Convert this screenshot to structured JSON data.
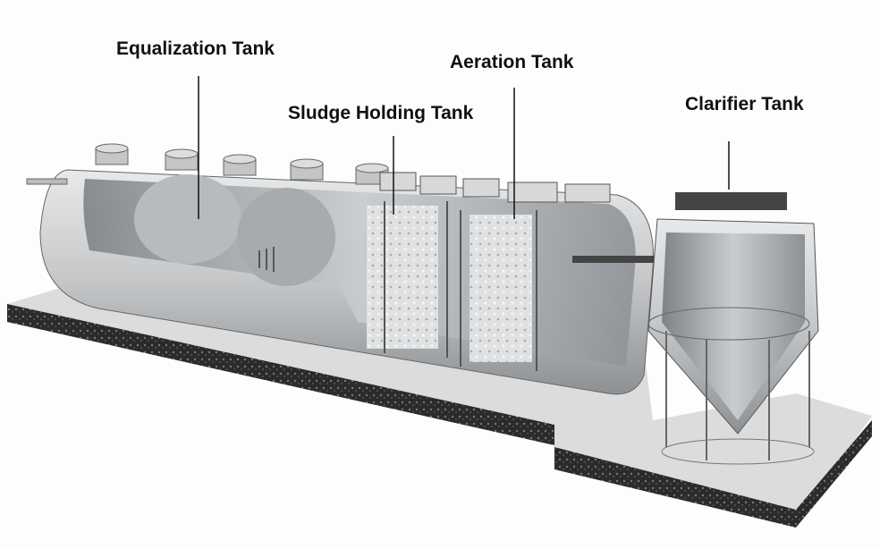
{
  "labels": {
    "equalization": "Equalization Tank",
    "aeration": "Aeration Tank",
    "sludge": "Sludge Holding Tank",
    "clarifier": "Clarifier Tank"
  },
  "colors": {
    "tank_body": "#c9cbcc",
    "tank_interior": "#9fa3a6",
    "slab_top": "#dcdcdc",
    "slab_edge": "#2a2a2a",
    "label_text": "#111111"
  }
}
